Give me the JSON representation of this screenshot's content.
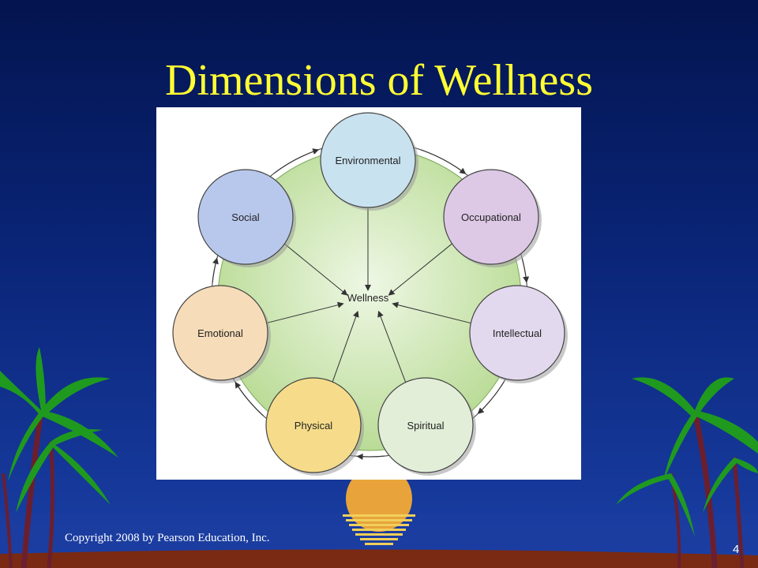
{
  "slide": {
    "title": "Dimensions of Wellness",
    "copyright": "Copyright 2008 by Pearson Education, Inc.",
    "page_number": "4"
  },
  "diagram": {
    "center_label": "Wellness",
    "nodes": [
      {
        "label": "Environmental",
        "color": "#c9e2f0"
      },
      {
        "label": "Occupational",
        "color": "#ddc8e6"
      },
      {
        "label": "Intellectual",
        "color": "#e3d9ee"
      },
      {
        "label": "Spiritual",
        "color": "#e2eed8"
      },
      {
        "label": "Physical",
        "color": "#f6dc8a"
      },
      {
        "label": "Emotional",
        "color": "#f6dcb8"
      },
      {
        "label": "Social",
        "color": "#b8c8ec"
      }
    ],
    "center_color": "#b5d98f"
  },
  "colors": {
    "title": "#ffff33",
    "background_top": "#03144f",
    "background_bottom": "#1a3fa6",
    "sun": "#e8a43a"
  }
}
